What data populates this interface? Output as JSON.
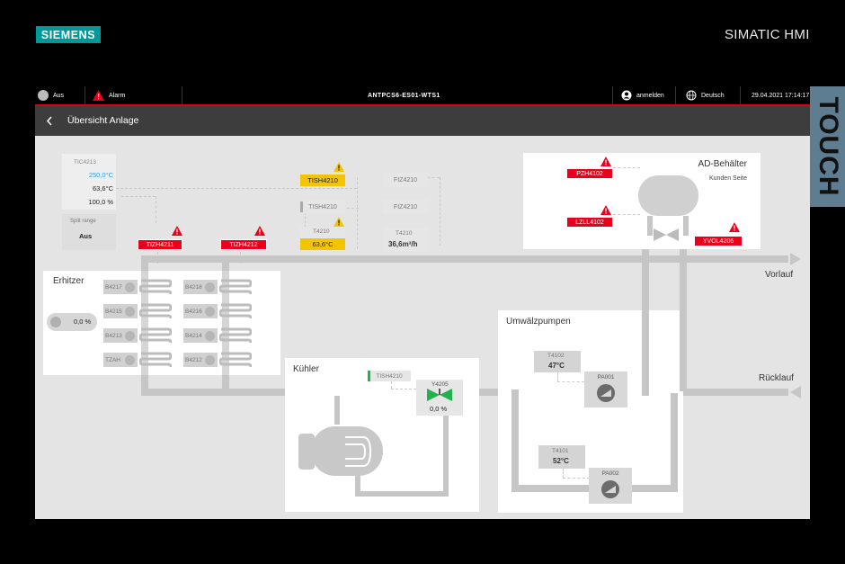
{
  "brand": {
    "logo": "SIEMENS",
    "product": "SIMATIC HMI",
    "side_tag": "TOUCH"
  },
  "topbar": {
    "power_label": "Aus",
    "alarm_label": "Alarm",
    "station": "ANTPCS6-ES01-WTS1",
    "login": "anmelden",
    "language": "Deutsch",
    "datetime": "29.04.2021 17:14:17"
  },
  "nav": {
    "title": "Übersicht Anlage"
  },
  "controller": {
    "tag": "TIC4213",
    "setpoint": "250,0°C",
    "actual": "63,6°C",
    "output": "100,0 %",
    "split_label": "Split range",
    "split_value": "Aus"
  },
  "top_tags": {
    "tizh4211": "TIZH4211",
    "tizh4212": "TIZH4212",
    "tish4210_alarm": "TISH4210",
    "tish4210_gray": "TISH4210",
    "t4210": "T4210",
    "t4210_value": "63,6°C",
    "fiz4210_a": "FIZ4210",
    "fiz4210_b": "FIZ4210",
    "flow_tag": "T4210",
    "flow_value": "36,6m³/h"
  },
  "ad": {
    "title": "AD-Behälter",
    "subtitle": "Kunden Seite",
    "pzh": "PZH4102",
    "lzll": "LZLL4102",
    "yvol": "YVOL4206"
  },
  "flows": {
    "vorlauf": "Vorlauf",
    "ruecklauf": "Rücklauf"
  },
  "heater": {
    "title": "Erhitzer",
    "value": "0,0 %",
    "coils": [
      "B4217",
      "B4218",
      "B4215",
      "B4216",
      "B4213",
      "B4214",
      "TZAH",
      "B4212"
    ]
  },
  "cooler": {
    "title": "Kühler",
    "tish": "TISH4210",
    "valve": "Y4205",
    "valve_value": "0,0 %"
  },
  "pumps": {
    "title": "Umwälzpumpen",
    "t4102": "T4102",
    "t4102_value": "47°C",
    "pa001": "PA001",
    "t4101": "T4101",
    "t4101_value": "52°C",
    "pa002": "PA002"
  },
  "colors": {
    "alarm_red": "#e8001c",
    "warning_yellow": "#f5c400",
    "siemens_teal": "#009999",
    "setpoint_blue": "#2f9fe0",
    "ok_green": "#22b14c"
  },
  "icons": [
    "power-icon",
    "alarm-icon",
    "user-icon",
    "globe-icon",
    "back-icon",
    "warning-icon",
    "pump-icon",
    "valve-icon",
    "arrow-icon"
  ]
}
